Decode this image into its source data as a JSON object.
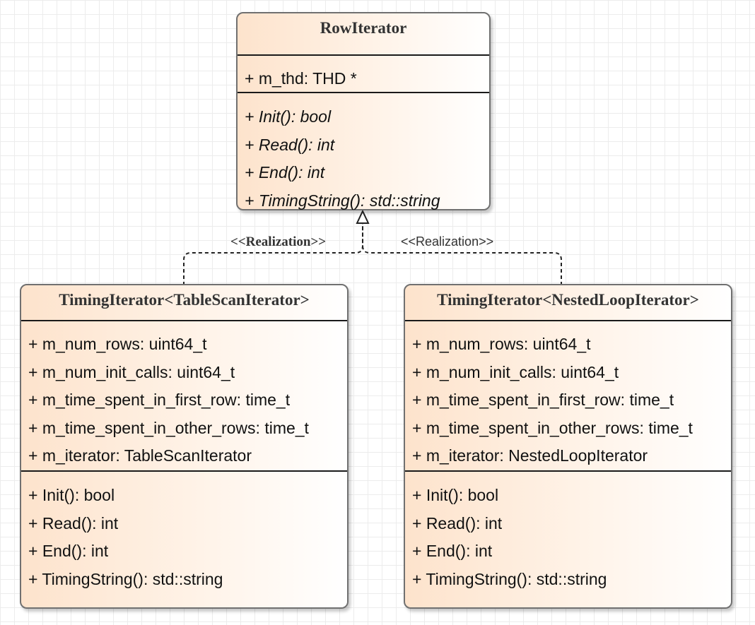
{
  "classes": {
    "row_iterator": {
      "name": "RowIterator",
      "attributes": [
        "+ m_thd: THD *"
      ],
      "operations": [
        "+ Init(): bool",
        "+ Read(): int",
        "+ End(): int",
        "+ TimingString(): std::string"
      ]
    },
    "timing_table_scan": {
      "name": "TimingIterator<TableScanIterator>",
      "attributes": [
        "+ m_num_rows: uint64_t",
        "+ m_num_init_calls: uint64_t",
        "+ m_time_spent_in_first_row: time_t",
        "+ m_time_spent_in_other_rows: time_t",
        "+ m_iterator: TableScanIterator"
      ],
      "operations": [
        "+ Init(): bool",
        "+ Read(): int",
        "+ End(): int",
        "+ TimingString(): std::string"
      ]
    },
    "timing_nested_loop": {
      "name": "TimingIterator<NestedLoopIterator>",
      "attributes": [
        "+ m_num_rows: uint64_t",
        "+ m_num_init_calls: uint64_t",
        "+ m_time_spent_in_first_row: time_t",
        "+ m_time_spent_in_other_rows: time_t",
        "+ m_iterator: NestedLoopIterator"
      ],
      "operations": [
        "+ Init(): bool",
        "+ Read(): int",
        "+ End(): int",
        "+ TimingString(): std::string"
      ]
    }
  },
  "relations": {
    "left_label": "<<Realization>>",
    "right_label": "<<Realization>>"
  }
}
